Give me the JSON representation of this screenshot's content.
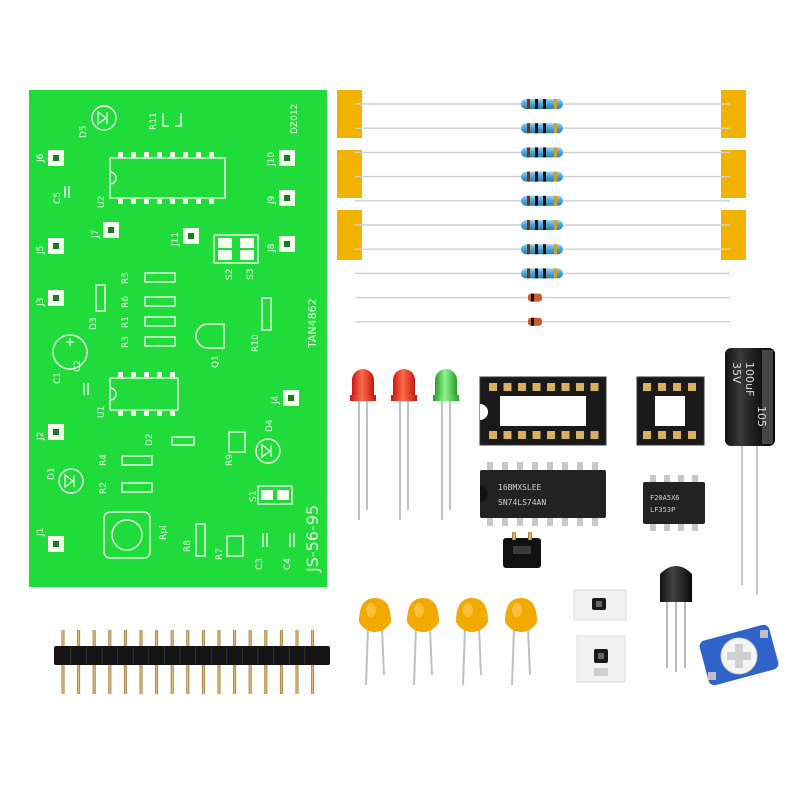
{
  "scene": {
    "background": "#ffffff",
    "pcb": {
      "color": "#1fdc3a",
      "silkscreen": "#f4fff0",
      "board_name": "JS-56-95",
      "model_label": "TAN4862",
      "corner_label": "DZ012",
      "labels": {
        "d5": "D5",
        "r11": "R11",
        "j6": "J6",
        "j10": "J10",
        "c5": "C5",
        "u2": "U2",
        "j9": "J9",
        "j7": "J7",
        "j11": "J11",
        "j5": "J5",
        "s2": "S2",
        "s3": "S3",
        "j8": "J8",
        "r5": "R5",
        "j3": "J3",
        "r6": "R6",
        "r1": "R1",
        "d3": "D3",
        "r3": "R3",
        "q1": "Q1",
        "r10": "R10",
        "c1": "C1",
        "c2": "C2",
        "u1": "U1",
        "j4": "J4",
        "j2": "J2",
        "d2": "D2",
        "r9": "R9",
        "d4": "D4",
        "r4": "R4",
        "d1": "D1",
        "r2": "R2",
        "s1": "S1",
        "j1": "J1",
        "rp1": "Rpl",
        "r8": "R8",
        "r7": "R7",
        "c3": "C3",
        "c4": "C4"
      }
    },
    "components": {
      "resistor_count": 8,
      "diode_count": 2,
      "led_colors": [
        "#ff2a1a",
        "#ff2a1a",
        "#39d13a"
      ],
      "ic_main_lines": [
        "16BMXSLEE",
        "SN74LS74AN"
      ],
      "ic_small_lines": [
        "F20A5X6",
        "LF353P"
      ],
      "capacitor_lines": [
        "100uF",
        "35V",
        "105"
      ],
      "ceramic_cap_count": 4,
      "header_pin_count": 17,
      "tape_color": "#f2b200"
    }
  }
}
